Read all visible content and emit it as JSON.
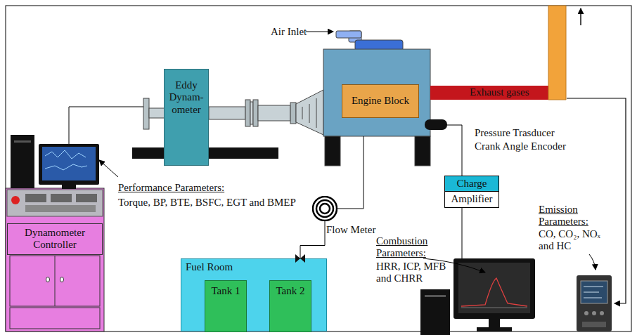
{
  "diagram": {
    "nodes": [
      {
        "text": [
          "Eddy Dynam- ometer"
        ]
      },
      {
        "text": [
          "Engine Block"
        ]
      },
      {
        "text": [
          "Dynamometer Controller"
        ]
      },
      {
        "text": [
          "Fuel Room"
        ]
      },
      {
        "text": [
          "Tank 1"
        ],
        "in": 3
      },
      {
        "text": [
          "Tank 2"
        ],
        "in": 3
      },
      {
        "text": [
          "Charge",
          "Amplifier"
        ]
      },
      {
        "text": [
          "Flow Meter"
        ]
      }
    ],
    "edges": [
      {
        "from": 3,
        "to": 7,
        "arrow": "none"
      }
    ],
    "labels": [
      "Air Inlet",
      "Exhaust gases",
      "Pressure Trasducer",
      "Crank Angle Encoder",
      "Performance Parameters:",
      "Torque, BP, BTE, BSFC, EGT and BMEP",
      "Combustion Parameters:",
      "HRR, ICP, MFB and CHRR",
      "Emission Parameters:",
      "CO, CO₂, NOₓ and HC"
    ]
  }
}
